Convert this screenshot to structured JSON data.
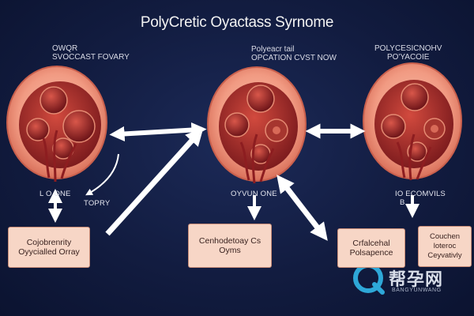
{
  "title": "PolyCretic Oyactass Syrnome",
  "panels": [
    {
      "top_label": [
        "OWQR",
        "SVOCCAST FOVARY"
      ],
      "mid_label_left": "L O ONE",
      "mid_label_right": "TOPRY",
      "box_text": [
        "Cojobrenrity",
        "Oyycialled Orray"
      ]
    },
    {
      "top_label": [
        "Polyeacr tail",
        "OPCATION CVST NOW"
      ],
      "mid_label": "OYVUN ONE",
      "box_text": [
        "Cenhodetoay Cs",
        "Oyms"
      ]
    },
    {
      "top_label": [
        "POLYCESICNOHV",
        "PO'YACOIE"
      ],
      "mid_label": "IO ECOMVILS",
      "mid_label_sub": "B",
      "box_text_a": [
        "Crfalcehal",
        "Polsapence"
      ],
      "box_text_b": [
        "Couchen loteroc",
        "Ceyvativly"
      ]
    }
  ],
  "watermark": {
    "text": "帮孕网",
    "sub": "BANGYUNWANG"
  },
  "colors": {
    "background": "#121c40",
    "ovary_outer": "#f3a58e",
    "ovary_inner": "#b8332e",
    "box_fill": "#f7d6c6",
    "arrow": "#ffffff",
    "watermark_ring": "#2ea8d8"
  }
}
